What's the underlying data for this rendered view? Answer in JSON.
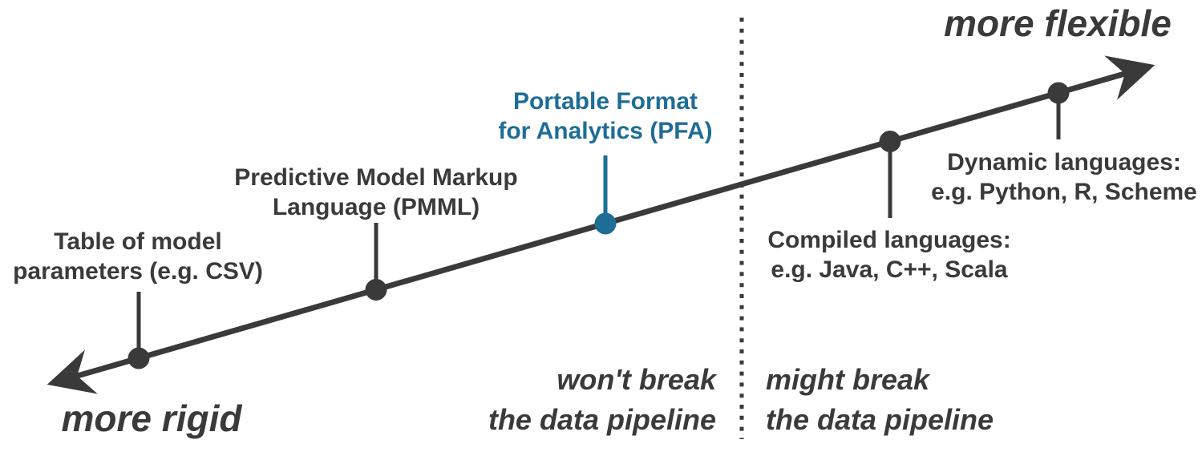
{
  "colors": {
    "ink": "#3a3a3a",
    "accent": "#1e6d96"
  },
  "spectrum": {
    "left_end_label": "more rigid",
    "right_end_label": "more flexible"
  },
  "points": [
    {
      "id": "csv",
      "line1": "Table of model",
      "line2": "parameters (e.g. CSV)",
      "highlighted": false
    },
    {
      "id": "pmml",
      "line1": "Predictive Model Markup",
      "line2": "Language (PMML)",
      "highlighted": false
    },
    {
      "id": "pfa",
      "line1": "Portable Format",
      "line2": "for Analytics (PFA)",
      "highlighted": true
    },
    {
      "id": "compiled",
      "line1": "Compiled languages:",
      "line2": "e.g. Java, C++, Scala",
      "highlighted": false
    },
    {
      "id": "dynamic",
      "line1": "Dynamic languages:",
      "line2": "e.g. Python, R, Scheme",
      "highlighted": false
    }
  ],
  "pipeline_divider": {
    "left_note_line1": "won't break",
    "left_note_line2": "the data pipeline",
    "right_note_line1": "might break",
    "right_note_line2": "the data pipeline"
  }
}
